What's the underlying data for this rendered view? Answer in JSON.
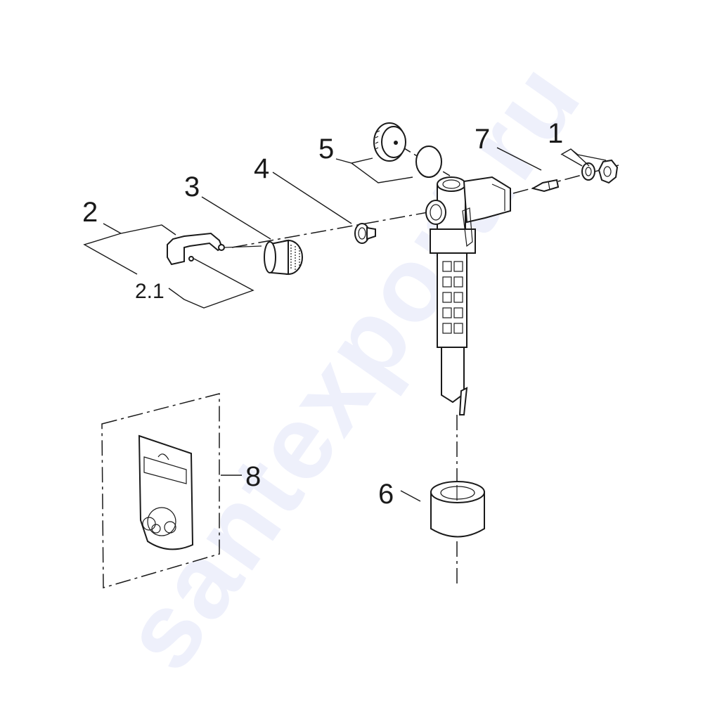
{
  "diagram": {
    "type": "exploded-parts-view",
    "watermark": "santexport.ru",
    "callouts": [
      {
        "id": "1",
        "label": "1",
        "part": "lock-nut-and-washer"
      },
      {
        "id": "2",
        "label": "2",
        "part": "float-lever-bracket"
      },
      {
        "id": "2.1",
        "label": "2.1",
        "part": "bracket-pin"
      },
      {
        "id": "3",
        "label": "3",
        "part": "ribbed-cap"
      },
      {
        "id": "4",
        "label": "4",
        "part": "valve-seat"
      },
      {
        "id": "5",
        "label": "5",
        "part": "cover-cap-and-o-ring"
      },
      {
        "id": "6",
        "label": "6",
        "part": "float-cylinder"
      },
      {
        "id": "7",
        "label": "7",
        "part": "inlet-nozzle"
      },
      {
        "id": "8",
        "label": "8",
        "part": "seal-kit-bag"
      }
    ],
    "colors": {
      "line": "#1a1a1a",
      "background": "#ffffff",
      "watermark": "#eef0fb"
    }
  }
}
